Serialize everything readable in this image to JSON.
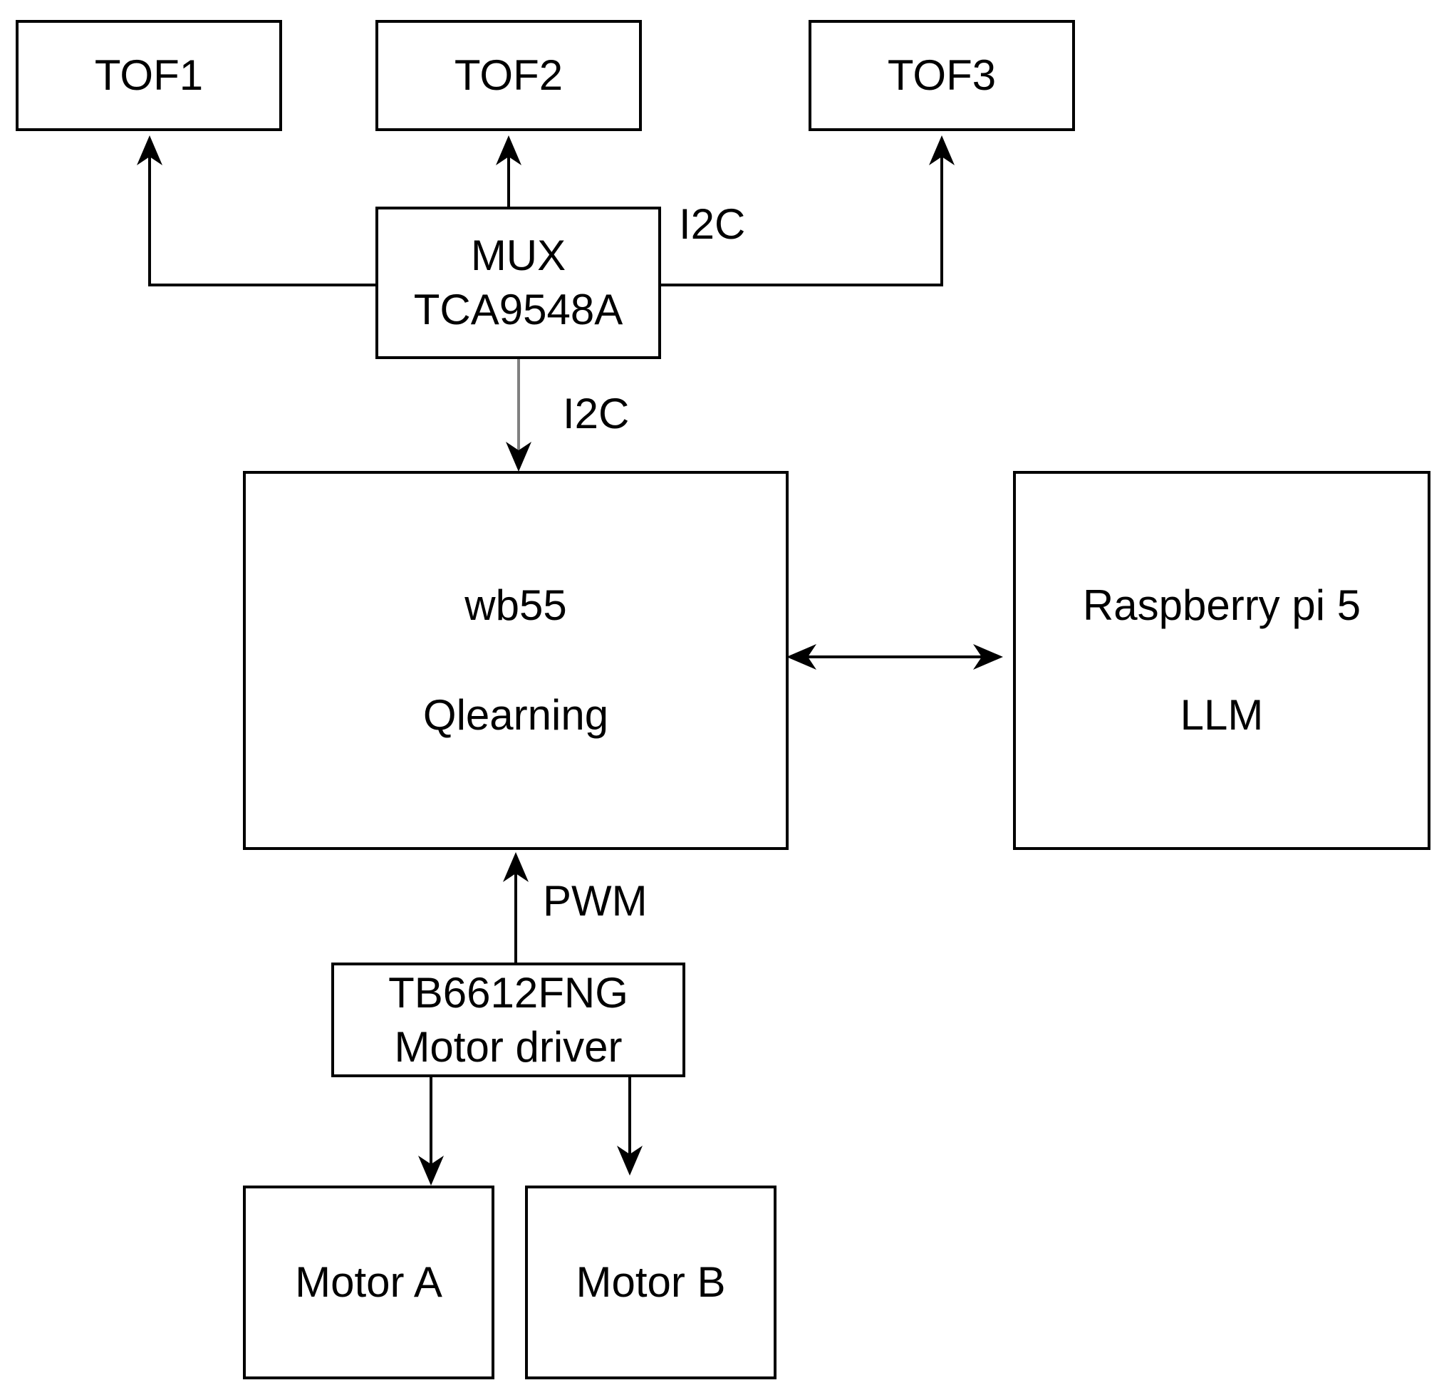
{
  "nodes": {
    "tof1": {
      "label": "TOF1"
    },
    "tof2": {
      "label": "TOF2"
    },
    "tof3": {
      "label": "TOF3"
    },
    "mux": {
      "line1": "MUX",
      "line2": "TCA9548A"
    },
    "wb55": {
      "line1": "wb55",
      "line2": "Qlearning"
    },
    "rpi": {
      "line1": "Raspberry pi 5",
      "line2": "LLM"
    },
    "driver": {
      "line1": "TB6612FNG",
      "line2": "Motor driver"
    },
    "motor_a": {
      "label": "Motor A"
    },
    "motor_b": {
      "label": "Motor B"
    }
  },
  "edges": [
    {
      "from": "mux",
      "to": "tof1"
    },
    {
      "from": "mux",
      "to": "tof2"
    },
    {
      "from": "mux",
      "to": "tof3",
      "label": "I2C"
    },
    {
      "from": "mux",
      "to": "wb55",
      "label": "I2C"
    },
    {
      "from": "wb55",
      "to": "rpi",
      "bidirectional": true
    },
    {
      "from": "driver",
      "to": "wb55",
      "label": "PWM"
    },
    {
      "from": "driver",
      "to": "motor_a"
    },
    {
      "from": "driver",
      "to": "motor_b"
    }
  ],
  "edge_labels": {
    "mux_tof3": "I2C",
    "mux_wb55": "I2C",
    "driver_wb55": "PWM"
  },
  "colors": {
    "stroke": "#000000",
    "mux_to_wb55_line": "#808080",
    "text": "#000000",
    "background": "#ffffff"
  }
}
